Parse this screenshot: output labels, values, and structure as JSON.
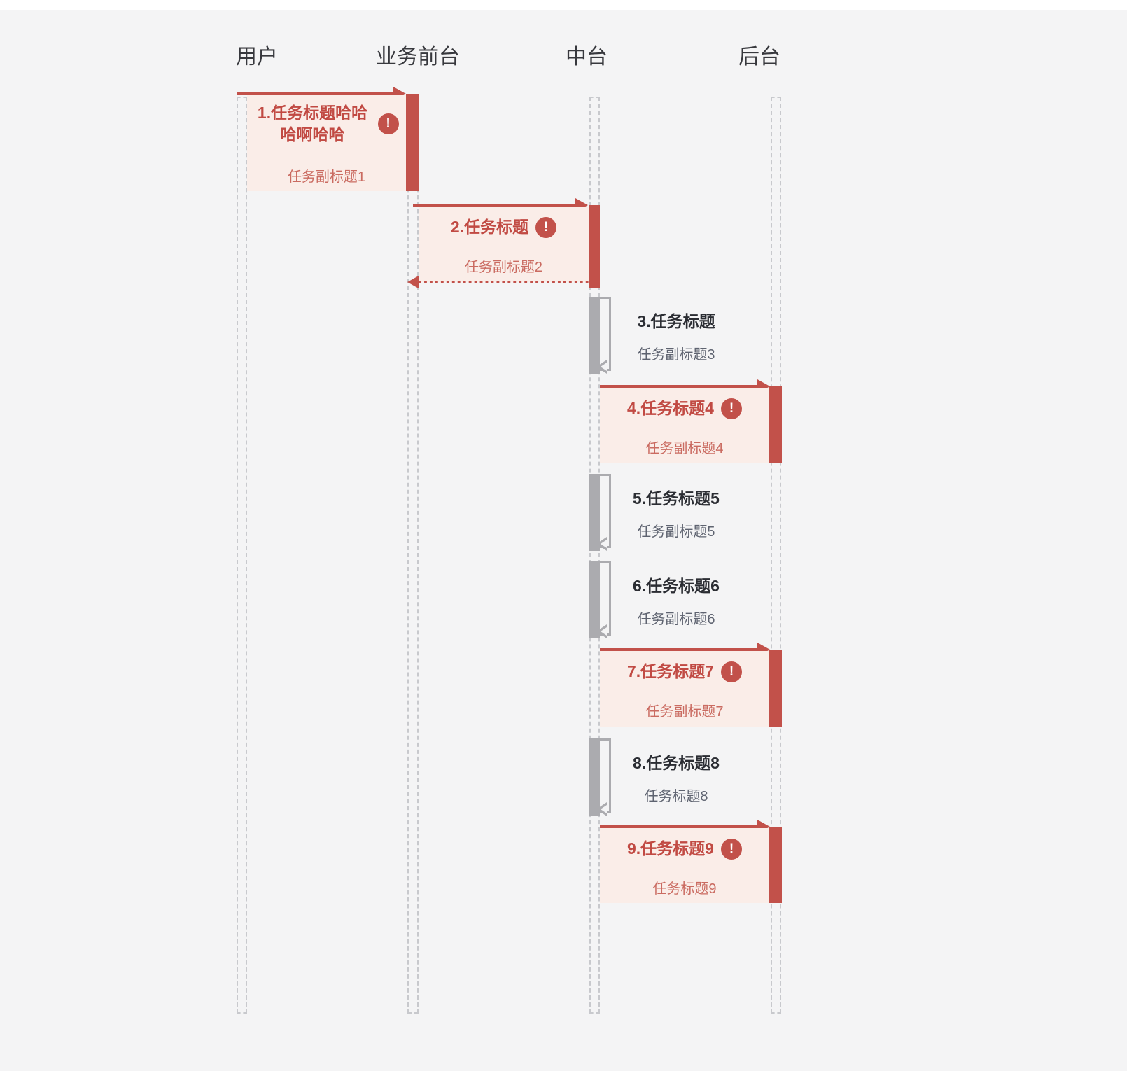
{
  "colors": {
    "red": "#C2514A",
    "red_title": "#C14A43",
    "red_subtitle": "#CA6B61",
    "pink_box_bg": "#FAEDE8",
    "gray_bar": "#ABABAF",
    "dark_title": "#2B2D33",
    "gray_subtitle": "#5E6370",
    "lifeline_dash": "#C8C9CD",
    "page_bg": "#F4F4F5"
  },
  "badge": {
    "glyph": "!"
  },
  "lifelines": [
    {
      "label": "用户"
    },
    {
      "label": "业务前台"
    },
    {
      "label": "中台"
    },
    {
      "label": "后台"
    }
  ],
  "tasks": [
    {
      "title": "1.任务标题哈哈哈啊哈哈",
      "subtitle": "任务副标题1",
      "alert": true,
      "type": "message",
      "from": "用户",
      "to": "业务前台"
    },
    {
      "title": "2.任务标题",
      "subtitle": "任务副标题2",
      "alert": true,
      "type": "message-with-return",
      "from": "业务前台",
      "to": "中台"
    },
    {
      "title": "3.任务标题",
      "subtitle": "任务副标题3",
      "alert": false,
      "type": "self",
      "on": "中台"
    },
    {
      "title": "4.任务标题4",
      "subtitle": "任务副标题4",
      "alert": true,
      "type": "message",
      "from": "中台",
      "to": "后台"
    },
    {
      "title": "5.任务标题5",
      "subtitle": "任务副标题5",
      "alert": false,
      "type": "self",
      "on": "中台"
    },
    {
      "title": "6.任务标题6",
      "subtitle": "任务副标题6",
      "alert": false,
      "type": "self",
      "on": "中台"
    },
    {
      "title": "7.任务标题7",
      "subtitle": "任务副标题7",
      "alert": true,
      "type": "message",
      "from": "中台",
      "to": "后台"
    },
    {
      "title": "8.任务标题8",
      "subtitle": "任务标题8",
      "alert": false,
      "type": "self",
      "on": "中台"
    },
    {
      "title": "9.任务标题9",
      "subtitle": "任务标题9",
      "alert": true,
      "type": "message",
      "from": "中台",
      "to": "后台"
    }
  ]
}
